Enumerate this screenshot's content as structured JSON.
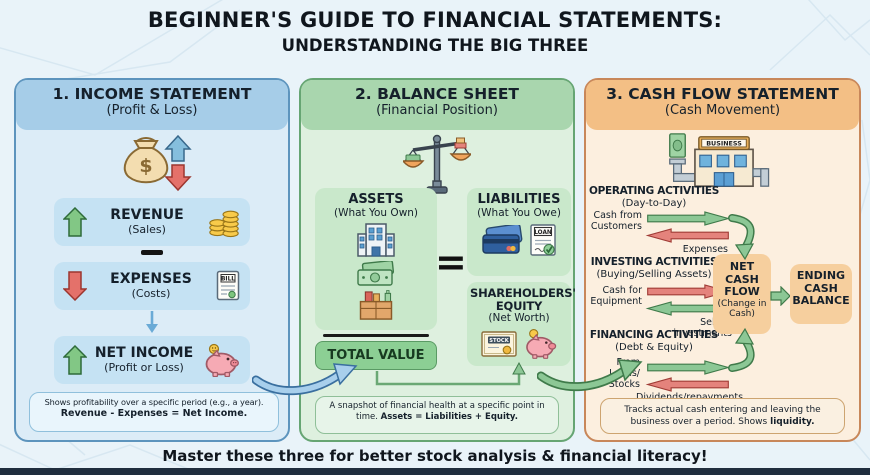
{
  "title_line1": "BEGINNER'S GUIDE TO FINANCIAL STATEMENTS:",
  "title_line2": "UNDERSTANDING THE BIG THREE",
  "bottom_tagline": "Master these three for better stock analysis & financial literacy!",
  "income": {
    "header": "1. INCOME STATEMENT",
    "subheader": "(Profit & Loss)",
    "revenue_label": "REVENUE",
    "revenue_sub": "(Sales)",
    "expenses_label": "EXPENSES",
    "expenses_sub": "(Costs)",
    "net_income_label": "NET INCOME",
    "net_income_sub": "(Profit or Loss)",
    "note_line1": "Shows profitability over a specific period (e.g., a year).",
    "note_line2": "Revenue - Expenses = Net Income."
  },
  "balance": {
    "header": "2. BALANCE SHEET",
    "subheader": "(Financial Position)",
    "assets_label": "ASSETS",
    "assets_sub": "(What You Own)",
    "total_value": "TOTAL VALUE",
    "equals": "=",
    "liabilities_label": "LIABILITIES",
    "liabilities_sub": "(What You Owe)",
    "equity_label": "SHAREHOLDERS' EQUITY",
    "equity_sub": "(Net Worth)",
    "note_text": "A snapshot of financial health at a specific point in time.",
    "note_bold": "Assets = Liabilities + Equity."
  },
  "cashflow": {
    "header": "3. CASH FLOW STATEMENT",
    "subheader": "(Cash Movement)",
    "operating": {
      "title": "OPERATING ACTIVITIES",
      "sub": "(Day-to-Day)",
      "side_label": "Cash from Customers",
      "under_label": "Expenses"
    },
    "investing": {
      "title": "INVESTING ACTIVITIES",
      "sub": "(Buying/Selling Assets)",
      "side_label": "Cash for Equipment",
      "under_label": "Selling investments"
    },
    "financing": {
      "title": "FINANCING ACTIVITIES",
      "sub": "(Debt & Equity)",
      "side_label": "From Loans/ Stocks",
      "under_label": "Dividends/repayments"
    },
    "net_box_label": "NET CASH FLOW",
    "net_box_sub": "(Change in Cash)",
    "ending_box_label": "ENDING CASH BALANCE",
    "note_text": "Tracks actual cash entering and leaving the business over a period. Shows",
    "note_bold": "liquidity."
  },
  "icon_labels": {
    "dollar": "$",
    "bill": "BILL",
    "loan": "LOAN",
    "stock": "STOCK",
    "business": "BUSINESS"
  },
  "colors": {
    "income_accent": "#5d94bd",
    "balance_accent": "#66a573",
    "cashflow_accent": "#c8875a",
    "inflow_green": "#8cc795",
    "outflow_red": "#e4837c",
    "neutral_blue": "#85bedd",
    "background": "#e9f3f9",
    "footer_bar": "#202e3e"
  }
}
